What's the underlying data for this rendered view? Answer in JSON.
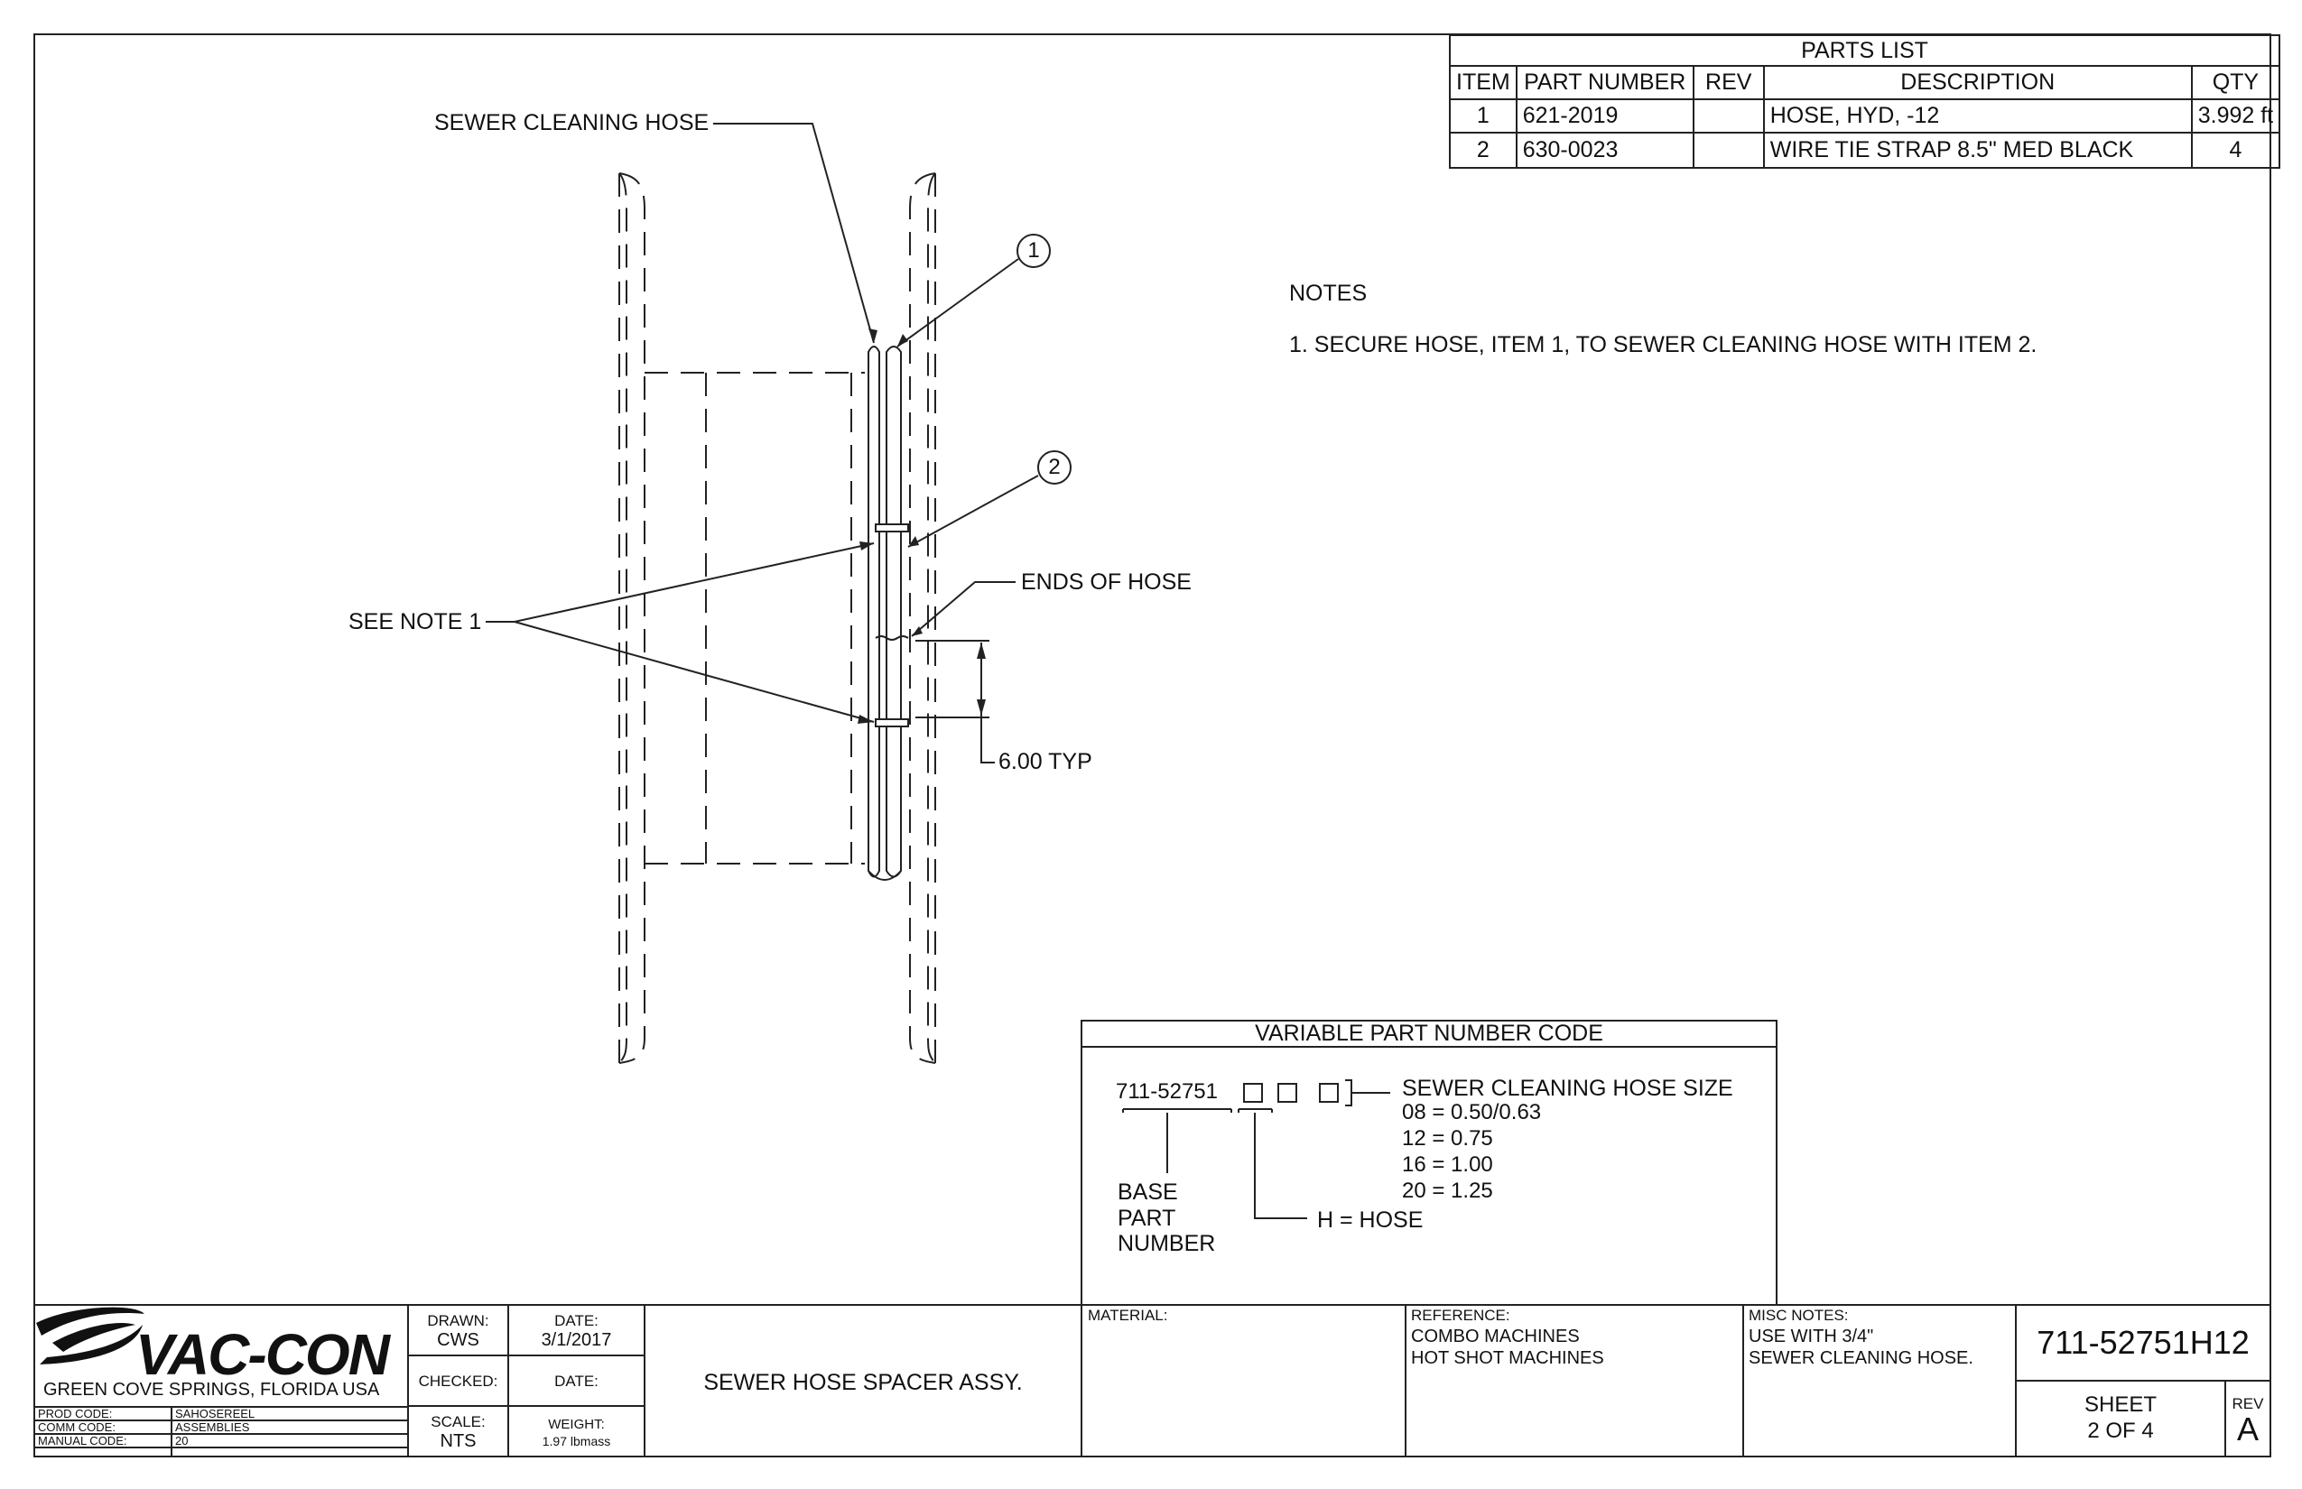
{
  "parts_list": {
    "title": "PARTS LIST",
    "headers": [
      "ITEM",
      "PART NUMBER",
      "REV",
      "DESCRIPTION",
      "QTY"
    ],
    "rows": [
      {
        "item": "1",
        "part_number": "621-2019",
        "rev": "",
        "description": "HOSE, HYD, -12",
        "qty": "3.992 ft"
      },
      {
        "item": "2",
        "part_number": "630-0023",
        "rev": "",
        "description": "WIRE TIE STRAP 8.5\" MED BLACK",
        "qty": "4"
      }
    ]
  },
  "callouts": {
    "sewer_cleaning_hose": "SEWER CLEANING HOSE",
    "balloon_1": "1",
    "balloon_2": "2",
    "ends_of_hose": "ENDS OF HOSE",
    "see_note_1": "SEE NOTE 1",
    "dimension": "6.00 TYP"
  },
  "notes": {
    "heading": "NOTES",
    "items": [
      "1.  SECURE HOSE, ITEM 1, TO SEWER CLEANING HOSE WITH ITEM 2."
    ]
  },
  "variable_code": {
    "title": "VARIABLE PART NUMBER CODE",
    "base": "711-52751",
    "size_heading": "SEWER CLEANING HOSE SIZE",
    "sizes": [
      "08 = 0.50/0.63",
      "12 = 0.75",
      "16 = 1.00",
      "20 = 1.25"
    ],
    "base_label": [
      "BASE",
      "PART",
      "NUMBER"
    ],
    "hose_label": "H = HOSE"
  },
  "title_block": {
    "company": "VAC-CON",
    "location": "GREEN COVE SPRINGS, FLORIDA USA",
    "prod_code_label": "PROD CODE:",
    "prod_code": "SAHOSEREEL",
    "comm_code_label": "COMM CODE:",
    "comm_code": "ASSEMBLIES",
    "manual_code_label": "MANUAL CODE:",
    "manual_code": "20",
    "drawn_label": "DRAWN:",
    "drawn": "CWS",
    "date_label": "DATE:",
    "date": "3/1/2017",
    "checked_label": "CHECKED:",
    "checked_date_label": "DATE:",
    "scale_label": "SCALE:",
    "scale": "NTS",
    "weight_label": "WEIGHT:",
    "weight": "1.97 lbmass",
    "title": "SEWER HOSE SPACER ASSY.",
    "material_label": "MATERIAL:",
    "reference_label": "REFERENCE:",
    "reference": [
      "COMBO MACHINES",
      "HOT SHOT MACHINES"
    ],
    "misc_label": "MISC NOTES:",
    "misc": [
      "USE WITH 3/4\"",
      "SEWER CLEANING HOSE."
    ],
    "drawing_number": "711-52751H12",
    "sheet_label": "SHEET",
    "sheet": "2  OF 4",
    "rev_label": "REV",
    "rev": "A"
  }
}
